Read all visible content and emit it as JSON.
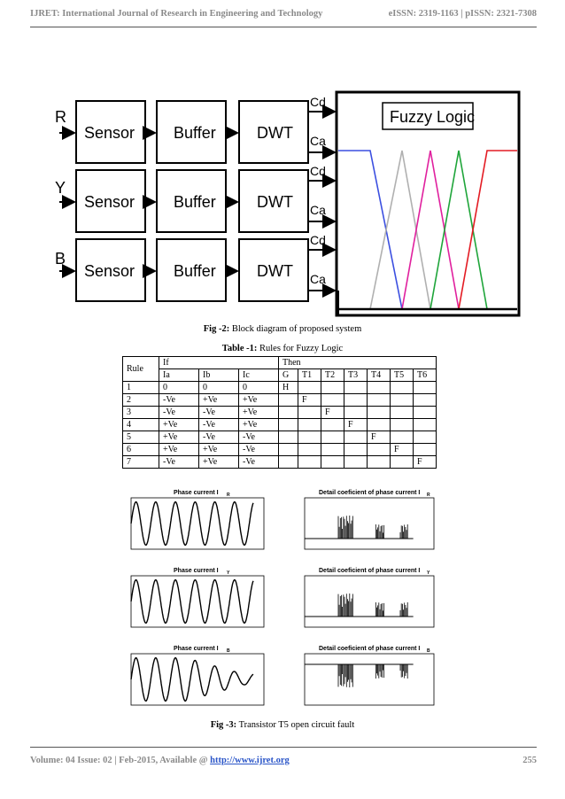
{
  "header": {
    "left": "IJRET: International Journal of Research in Engineering and Technology",
    "right": "eISSN: 2319-1163 | pISSN: 2321-7308"
  },
  "fig2": {
    "rows": [
      {
        "input": "R",
        "blocks": [
          "Sensor",
          "Buffer",
          "DWT"
        ],
        "outputs": [
          "Cd",
          "Ca"
        ]
      },
      {
        "input": "Y",
        "blocks": [
          "Sensor",
          "Buffer",
          "DWT"
        ],
        "outputs": [
          "Cd",
          "Ca"
        ]
      },
      {
        "input": "B",
        "blocks": [
          "Sensor",
          "Buffer",
          "DWT"
        ],
        "outputs": [
          "Cd",
          "Ca"
        ]
      }
    ],
    "fuzzy_title": "Fuzzy Logic",
    "caption_label": "Fig -2:",
    "caption_text": " Block diagram of proposed system"
  },
  "table": {
    "caption_label": "Table -1:",
    "caption_text": " Rules for Fuzzy Logic",
    "rule_header": "Rule",
    "if_header": "If",
    "then_header": "Then",
    "sub_headers": [
      "Ia",
      "Ib",
      "Ic",
      "G",
      "T1",
      "T2",
      "T3",
      "T4",
      "T5",
      "T6"
    ],
    "rows": [
      [
        "1",
        "0",
        "0",
        "0",
        "H",
        "",
        "",
        "",
        "",
        "",
        ""
      ],
      [
        "2",
        "-Ve",
        "+Ve",
        "+Ve",
        "",
        "F",
        "",
        "",
        "",
        "",
        ""
      ],
      [
        "3",
        "-Ve",
        "-Ve",
        "+Ve",
        "",
        "",
        "F",
        "",
        "",
        "",
        ""
      ],
      [
        "4",
        "+Ve",
        "-Ve",
        "+Ve",
        "",
        "",
        "",
        "F",
        "",
        "",
        ""
      ],
      [
        "5",
        "+Ve",
        "-Ve",
        "-Ve",
        "",
        "",
        "",
        "",
        "F",
        "",
        ""
      ],
      [
        "6",
        "+Ve",
        "+Ve",
        "-Ve",
        "",
        "",
        "",
        "",
        "",
        "F",
        ""
      ],
      [
        "7",
        "-Ve",
        "+Ve",
        "-Ve",
        "",
        "",
        "",
        "",
        "",
        "",
        "F"
      ]
    ]
  },
  "fig3": {
    "left_titles": [
      "Phase current I",
      "Phase current I",
      "Phase current I"
    ],
    "right_titles": [
      "Detail coeficient of phase current I",
      "Detail coeficient of phase current I",
      "Detail coeficient of phase current I"
    ],
    "subscripts": [
      "R",
      "Y",
      "B"
    ],
    "caption_label": "Fig -3:",
    "caption_text": " Transistor T5 open circuit fault"
  },
  "footer": {
    "left": "Volume: 04 Issue: 02 | Feb-2015, Available @ ",
    "link": "http://www.ijret.org",
    "page": "255"
  },
  "colors": {
    "header_text": "#8a8a8a",
    "link": "#2a55c8",
    "mf_blue": "#3b4fe0",
    "mf_gray": "#b0b0b0",
    "mf_magenta": "#e0209e",
    "mf_green": "#1fa53a",
    "mf_red": "#e31b23"
  }
}
